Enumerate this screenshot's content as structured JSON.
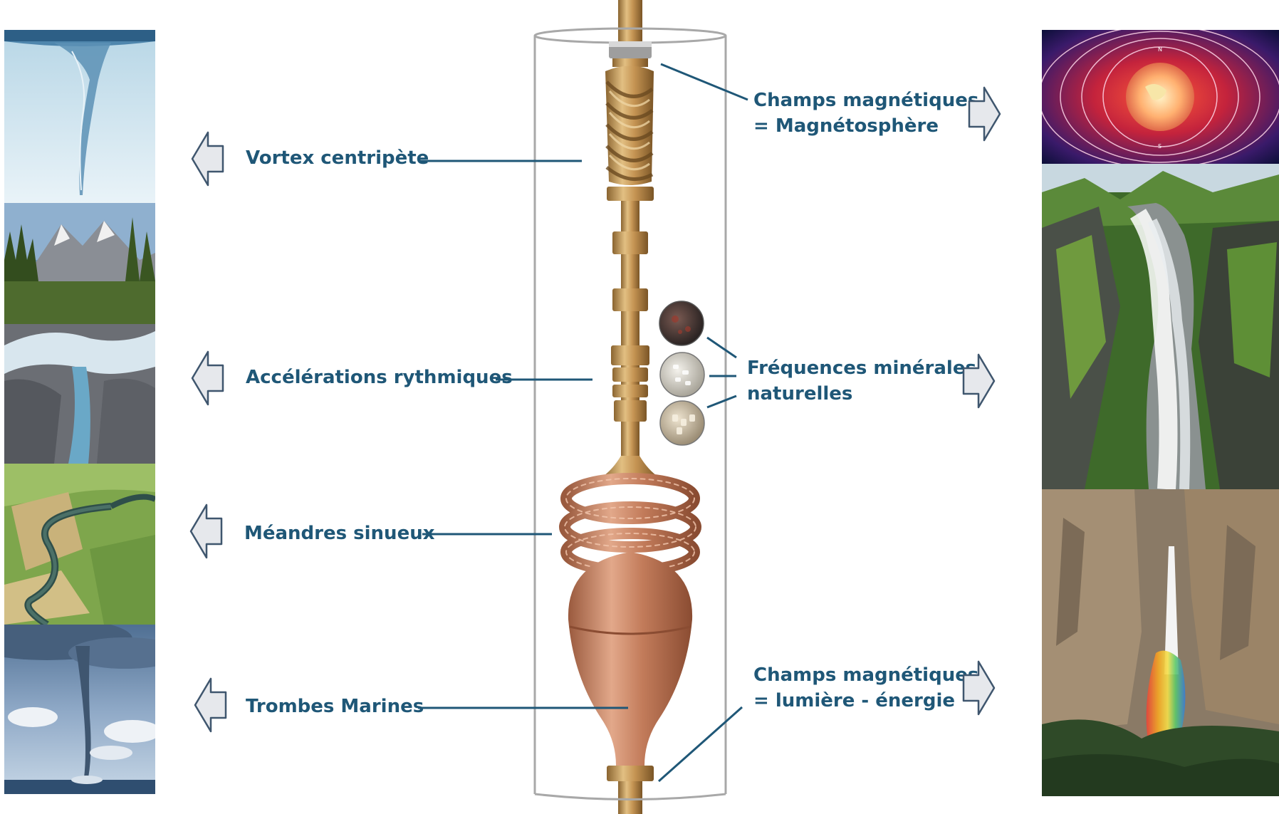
{
  "colors": {
    "label_text": "#1f5777",
    "leader_line": "#1f5777",
    "arrow_fill": "#e6e8ec",
    "arrow_stroke": "#3f566e",
    "brass": "#b88a4a",
    "copper": "#c27b5a",
    "cylinder_outline": "#a8a8a8"
  },
  "left_labels": [
    {
      "text": "Vortex centripète",
      "arrow_icon": "arrow-left-icon"
    },
    {
      "text": "Accélérations rythmiques",
      "arrow_icon": "arrow-left-icon"
    },
    {
      "text": "Méandres sinueux",
      "arrow_icon": "arrow-left-icon"
    },
    {
      "text": "Trombes Marines",
      "arrow_icon": "arrow-left-icon"
    }
  ],
  "right_labels": [
    {
      "lines": [
        "Champs magnétiques",
        "= Magnétosphère"
      ],
      "arrow_icon": "arrow-right-icon"
    },
    {
      "lines": [
        "Fréquences minérales",
        "naturelles"
      ],
      "arrow_icon": "arrow-right-icon"
    },
    {
      "lines": [
        "Champs magnétiques",
        "= lumière - énergie"
      ],
      "arrow_icon": "arrow-right-icon"
    }
  ],
  "left_photos": [
    "water-vortex-photo",
    "mountain-river-photo",
    "meandering-river-photo",
    "waterspout-photo"
  ],
  "right_photos": [
    "earth-magnetosphere-photo",
    "mountain-waterfall-photo",
    "rainbow-waterfall-photo"
  ],
  "device_parts": [
    "brass-spiral-vortex",
    "brass-pipe-segments",
    "mineral-stones",
    "copper-coil",
    "copper-egg-vessel",
    "glass-cylinder"
  ]
}
